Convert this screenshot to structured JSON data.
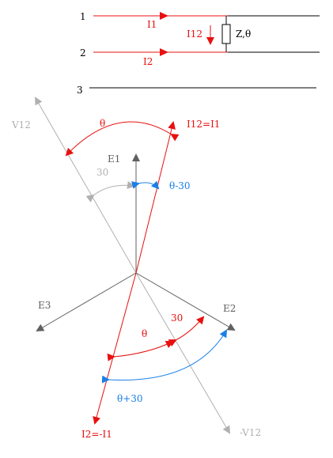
{
  "circuit": {
    "line_labels": [
      "1",
      "2",
      "3"
    ],
    "current_i1": "I1",
    "current_i2": "I2",
    "current_i12": "I12",
    "impedance": "Z,θ"
  },
  "phasor": {
    "v12": "V12",
    "neg_v12": "-V12",
    "i12_eq_i1": "I12=I1",
    "i2_eq_neg_i1": "I2=-I1",
    "e1": "E1",
    "e2": "E2",
    "e3": "E3",
    "theta_top": "θ",
    "angle_30_top": "30",
    "theta_minus_30": "θ-30",
    "angle_30_bottom": "30",
    "theta_bottom": "θ",
    "theta_plus_30": "θ+30"
  },
  "colors": {
    "current": "#e81010",
    "voltage": "#b0b0b0",
    "phase": "#606060",
    "blue_angle": "#1a80e6",
    "line": "#000000"
  }
}
